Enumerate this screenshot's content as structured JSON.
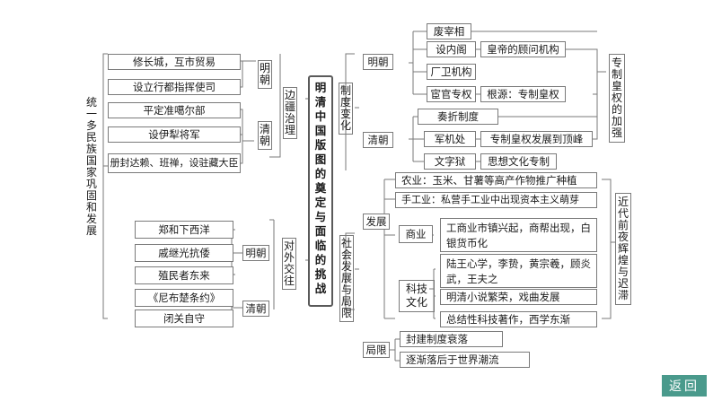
{
  "center": "明清中国版图的奠定与面临的挑战",
  "left_root": "统一多民族国家巩固和发展",
  "left": {
    "border": {
      "label": "边疆治理",
      "ming": {
        "label": "明朝",
        "items": [
          "修长城，互市贸易",
          "设立行都指挥使司"
        ]
      },
      "qing": {
        "label": "清朝",
        "items": [
          "平定准噶尔部",
          "设伊犁将军",
          "册封达赖、班禅，设驻藏大臣"
        ]
      }
    },
    "foreign": {
      "label": "对外交往",
      "ming": {
        "label": "明朝",
        "items": [
          "郑和下西洋",
          "戚继光抗倭",
          "殖民者东来"
        ]
      },
      "qing": {
        "label": "清朝",
        "items": [
          "《尼布楚条约》",
          "闭关自守"
        ]
      }
    }
  },
  "right": {
    "system": {
      "label": "制度变化",
      "root": "专制皇权的加强",
      "ming": {
        "label": "明朝",
        "items": [
          "废宰相",
          "设内阁",
          "皇帝的顾问机构",
          "厂卫机构",
          "宦官专权",
          "根源：专制皇权"
        ]
      },
      "qing": {
        "label": "清朝",
        "items": [
          "奏折制度",
          "军机处",
          "专制皇权发展到顶峰",
          "文字狱",
          "思想文化专制"
        ]
      }
    },
    "society": {
      "label": "社会发展与局限",
      "root": "近代前夜辉煌与迟滞",
      "dev": {
        "label": "发展",
        "agri": "农业：玉米、甘薯等高产作物推广种植",
        "craft": "手工业：私营手工业中出现资本主义萌芽",
        "commerce": {
          "label": "商业",
          "text": "工商业市镇兴起，商帮出现，白银货币化"
        },
        "scitech": {
          "label": "科技文化",
          "items": [
            "陆王心学，李贽，黄宗羲，顾炎武，王夫之",
            "明清小说繁荣，戏曲发展",
            "总结性科技著作，西学东渐"
          ]
        }
      },
      "limit": {
        "label": "局限",
        "items": [
          "封建制度衰落",
          "逐渐落后于世界潮流"
        ]
      }
    }
  },
  "nav": {
    "back": "返回"
  }
}
